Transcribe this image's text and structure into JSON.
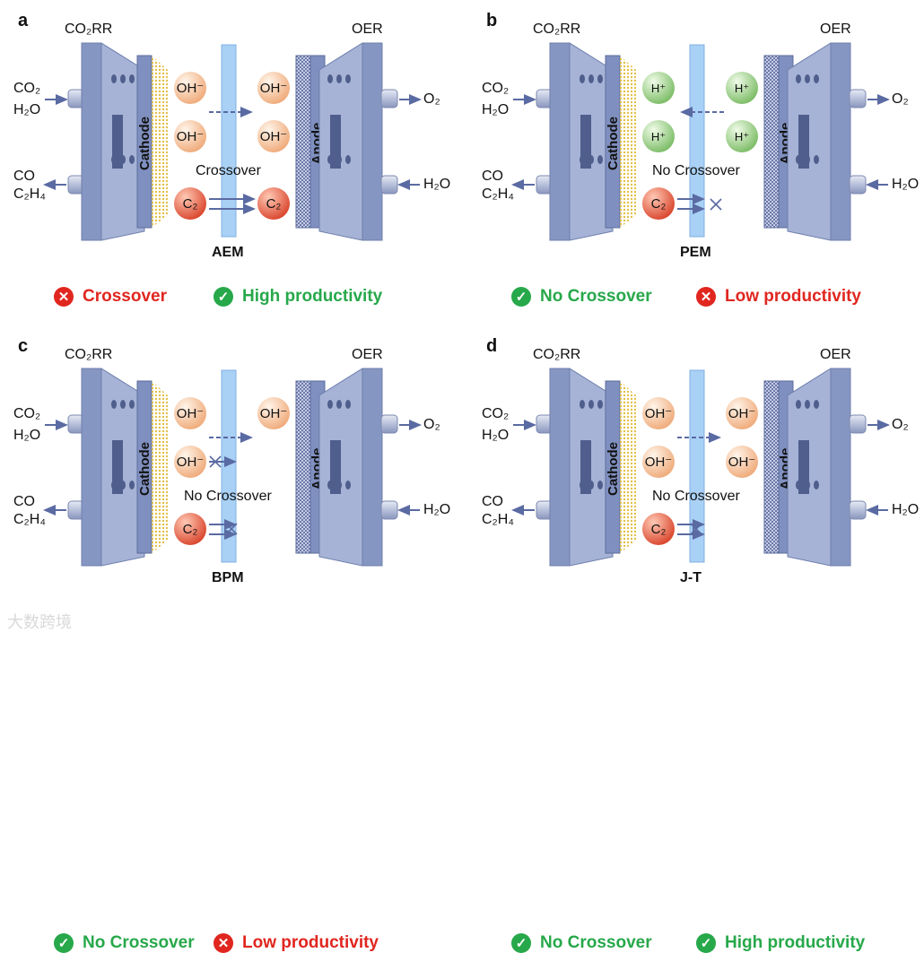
{
  "panels": [
    {
      "label": "a",
      "left_head": "CO₂RR",
      "right_head": "OER",
      "membrane": "AEM",
      "crossover_text": "Crossover",
      "status": [
        {
          "kind": "bad",
          "text": "Crossover"
        },
        {
          "kind": "good",
          "text": "High productivity"
        }
      ]
    },
    {
      "label": "b",
      "left_head": "CO₂RR",
      "right_head": "OER",
      "membrane": "PEM",
      "crossover_text": "No Crossover",
      "status": [
        {
          "kind": "good",
          "text": "No Crossover"
        },
        {
          "kind": "bad",
          "text": "Low productivity"
        }
      ]
    },
    {
      "label": "c",
      "left_head": "CO₂RR",
      "right_head": "OER",
      "membrane": "BPM",
      "crossover_text": "No Crossover",
      "status": [
        {
          "kind": "good",
          "text": "No Crossover"
        },
        {
          "kind": "bad",
          "text": "Low productivity"
        }
      ]
    },
    {
      "label": "d",
      "left_head": "CO₂RR",
      "right_head": "OER",
      "membrane": "J-T",
      "crossover_text": "No Crossover",
      "status": [
        {
          "kind": "good",
          "text": "No Crossover"
        },
        {
          "kind": "good",
          "text": "High productivity"
        }
      ]
    }
  ],
  "labels": {
    "cathode": "Cathode",
    "anode": "Anode",
    "in_co2": "CO₂",
    "in_h2o": "H₂O",
    "out_co": "CO",
    "out_c2h4": "C₂H₄",
    "out_o2": "O₂",
    "in_h2o_right": "H₂O",
    "oh": "OH⁻",
    "h": "H⁺",
    "c2": "C₂"
  },
  "watermark": "大数跨境",
  "colors": {
    "plate": "#8d9cc4",
    "plate_dark": "#6e7fad",
    "membrane": "#a9d0f5",
    "cathode_dots": "#e8c85a",
    "oh": "#f7c9a3",
    "h": "#9fd48e",
    "c2": "#e86146",
    "good": "#27a84a",
    "bad": "#e0261f"
  }
}
